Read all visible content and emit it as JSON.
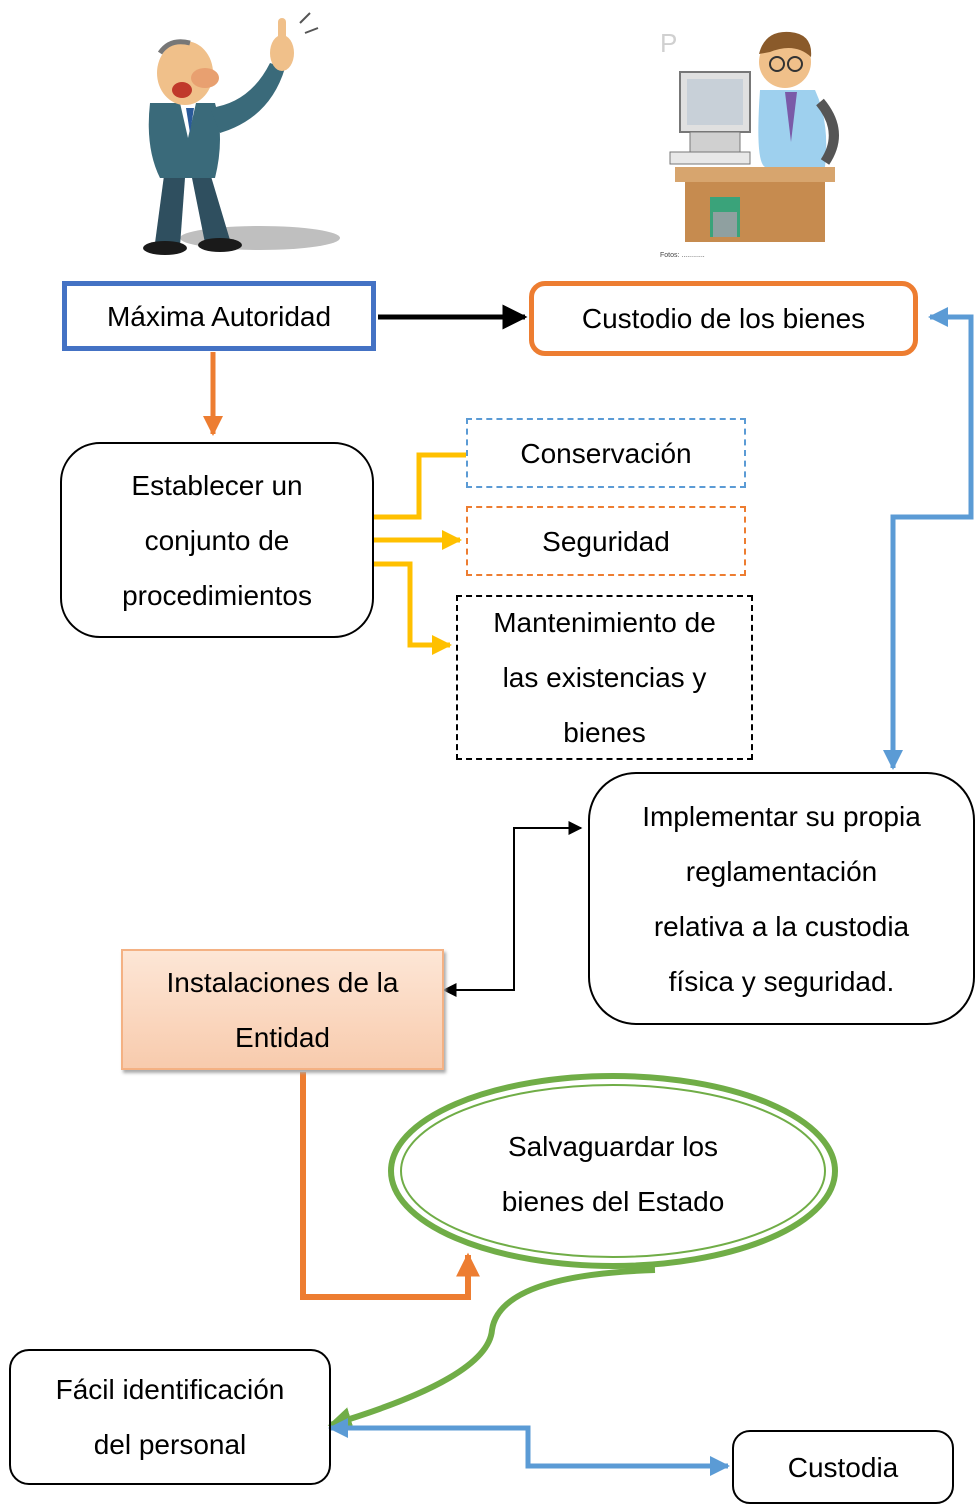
{
  "nodes": {
    "maxima_autoridad": "Máxima Autoridad",
    "custodio": "Custodio de los bienes",
    "establecer": [
      "Establecer un",
      "conjunto de",
      "procedimientos"
    ],
    "conservacion": "Conservación",
    "seguridad": "Seguridad",
    "mantenimiento": [
      "Mantenimiento de",
      "las existencias y",
      "bienes"
    ],
    "implementar": [
      "Implementar su propia",
      "reglamentación",
      "relativa a la custodia",
      "física y seguridad."
    ],
    "instalaciones": [
      "Instalaciones de la",
      "Entidad"
    ],
    "salvaguardar": [
      "Salvaguardar los",
      "bienes del Estado"
    ],
    "facil": [
      "Fácil identificación",
      "del personal"
    ],
    "custodia": "Custodia"
  },
  "colors": {
    "blue": "#4472c4",
    "orange": "#ed7d31",
    "yellow": "#ffc000",
    "lightblue": "#5b9bd5",
    "green": "#70ad47",
    "black": "#000000"
  },
  "illustrations": [
    "angry-boss-illustration",
    "office-worker-illustration"
  ]
}
